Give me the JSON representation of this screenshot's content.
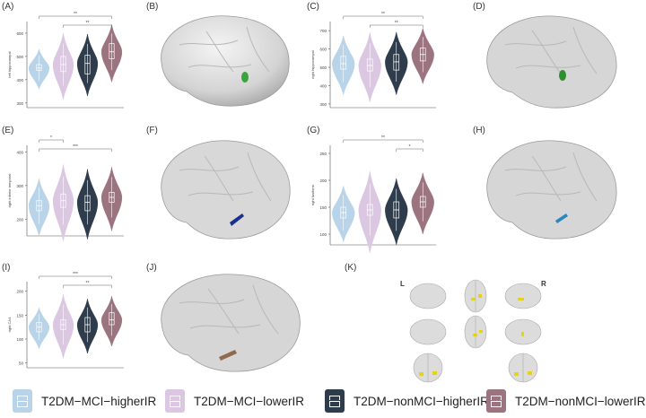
{
  "panel_labels": {
    "a": "(A)",
    "b": "(B)",
    "c": "(C)",
    "d": "(D)",
    "e": "(E)",
    "f": "(F)",
    "g": "(G)",
    "h": "(H)",
    "i": "(I)",
    "j": "(J)",
    "k": "(K)"
  },
  "brain_views": {
    "left": "L",
    "right": "R"
  },
  "colors": {
    "g1": "#b9d4e8",
    "g2": "#dcc7e3",
    "g3": "#2e3c4b",
    "g4": "#9c7480",
    "roi_b": "#3ba33b",
    "roi_d": "#2e8f2e",
    "roi_f": "#1b2f8c",
    "roi_h": "#2a86bd",
    "roi_j": "#8e6a50",
    "roi_k": "#e6d21a"
  },
  "legend": [
    {
      "label": "T2DM−MCI−higherIR",
      "color": "#b9d4e8"
    },
    {
      "label": "T2DM−MCI−lowerIR",
      "color": "#dcc7e3"
    },
    {
      "label": "T2DM−nonMCI−higherIR",
      "color": "#2e3c4b"
    },
    {
      "label": "T2DM−nonMCI−lowerIR",
      "color": "#9c7480"
    }
  ],
  "chart_data": [
    {
      "panel": "(A)",
      "type": "violin",
      "ylabel": "left hippocampal",
      "yticks": [
        300,
        400,
        500,
        600
      ],
      "ylim": [
        280,
        650
      ],
      "medians": [
        450,
        465,
        470,
        520
      ],
      "q1": [
        440,
        435,
        425,
        490
      ],
      "q3": [
        465,
        500,
        505,
        555
      ],
      "spread": [
        90,
        150,
        140,
        130
      ],
      "sig": [
        {
          "from": 1,
          "to": 4,
          "label": "**"
        },
        {
          "from": 2,
          "to": 4,
          "label": "**"
        }
      ]
    },
    {
      "panel": "(C)",
      "type": "violin",
      "ylabel": "right hippocampal",
      "yticks": [
        300,
        400,
        500,
        600,
        700
      ],
      "ylim": [
        280,
        750
      ],
      "medians": [
        520,
        510,
        530,
        570
      ],
      "q1": [
        490,
        480,
        485,
        535
      ],
      "q3": [
        560,
        545,
        570,
        605
      ],
      "spread": [
        170,
        200,
        180,
        160
      ],
      "sig": [
        {
          "from": 1,
          "to": 4,
          "label": "**"
        },
        {
          "from": 2,
          "to": 4,
          "label": "**"
        }
      ]
    },
    {
      "panel": "(E)",
      "type": "violin",
      "ylabel": "right inferior temporal",
      "yticks": [
        200,
        300,
        400
      ],
      "ylim": [
        150,
        420
      ],
      "medians": [
        240,
        255,
        250,
        265
      ],
      "q1": [
        225,
        235,
        225,
        250
      ],
      "q3": [
        255,
        275,
        270,
        280
      ],
      "spread": [
        90,
        120,
        110,
        100
      ],
      "sig": [
        {
          "from": 1,
          "to": 2,
          "label": "*"
        },
        {
          "from": 1,
          "to": 4,
          "label": "***"
        }
      ]
    },
    {
      "panel": "(G)",
      "type": "violin",
      "ylabel": "right fusiform",
      "yticks": [
        100,
        150,
        200,
        250
      ],
      "ylim": [
        80,
        265
      ],
      "medians": [
        140,
        145,
        145,
        160
      ],
      "q1": [
        130,
        135,
        130,
        150
      ],
      "q3": [
        150,
        155,
        160,
        170
      ],
      "spread": [
        55,
        80,
        65,
        60
      ],
      "sig": [
        {
          "from": 1,
          "to": 4,
          "label": "**"
        },
        {
          "from": 3,
          "to": 4,
          "label": "*"
        }
      ]
    },
    {
      "panel": "(I)",
      "type": "violin",
      "ylabel": "right CA4",
      "yticks": [
        50,
        100,
        150,
        200
      ],
      "ylim": [
        40,
        220
      ],
      "medians": [
        125,
        130,
        130,
        140
      ],
      "q1": [
        115,
        120,
        115,
        130
      ],
      "q3": [
        135,
        140,
        145,
        155
      ],
      "spread": [
        45,
        70,
        60,
        55
      ],
      "sig": [
        {
          "from": 1,
          "to": 4,
          "label": "***"
        },
        {
          "from": 2,
          "to": 4,
          "label": "**"
        }
      ]
    }
  ]
}
